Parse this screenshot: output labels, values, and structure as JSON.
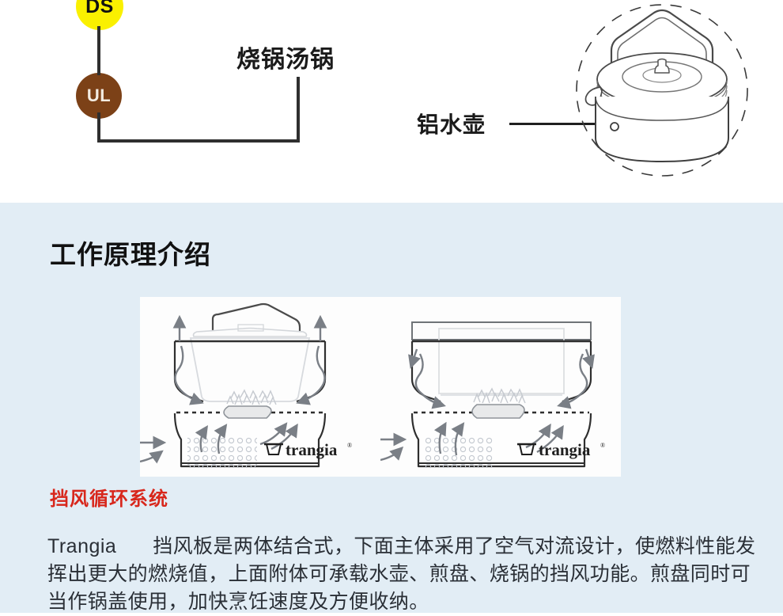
{
  "top": {
    "badges": [
      {
        "id": "ds",
        "label": "DS",
        "bg": "#faf000",
        "fg": "#111111"
      },
      {
        "id": "ul",
        "label": "UL",
        "bg": "#7c4117",
        "fg": "#f3ece2"
      }
    ],
    "callouts": [
      {
        "id": "pot",
        "label": "烧锅汤锅"
      },
      {
        "id": "kettle",
        "label": "铝水壶"
      }
    ],
    "illustration": "aluminium-kettle-line-drawing"
  },
  "blue": {
    "section_title": "工作原理介绍",
    "sub_title": "挡风循环系统",
    "sub_title_color": "#d8271c",
    "background_color": "#e2edf5",
    "diagrams": [
      {
        "id": "left",
        "caption": "trangia",
        "description": "锅具置于挡风板上的空气对流示意"
      },
      {
        "id": "right",
        "caption": "trangia",
        "description": "煎盘当作锅盖使用的空气对流示意"
      }
    ],
    "brand_mark": "trangia",
    "body": {
      "brand": "Trangia",
      "text": "挡风板是两体结合式，下面主体采用了空气对流设计，使燃料性能发挥出更大的燃烧值，上面附体可承载水壶、煎盘、烧锅的挡风功能。煎盘同时可当作锅盖使用，加快烹饪速度及方便收纳。"
    }
  }
}
